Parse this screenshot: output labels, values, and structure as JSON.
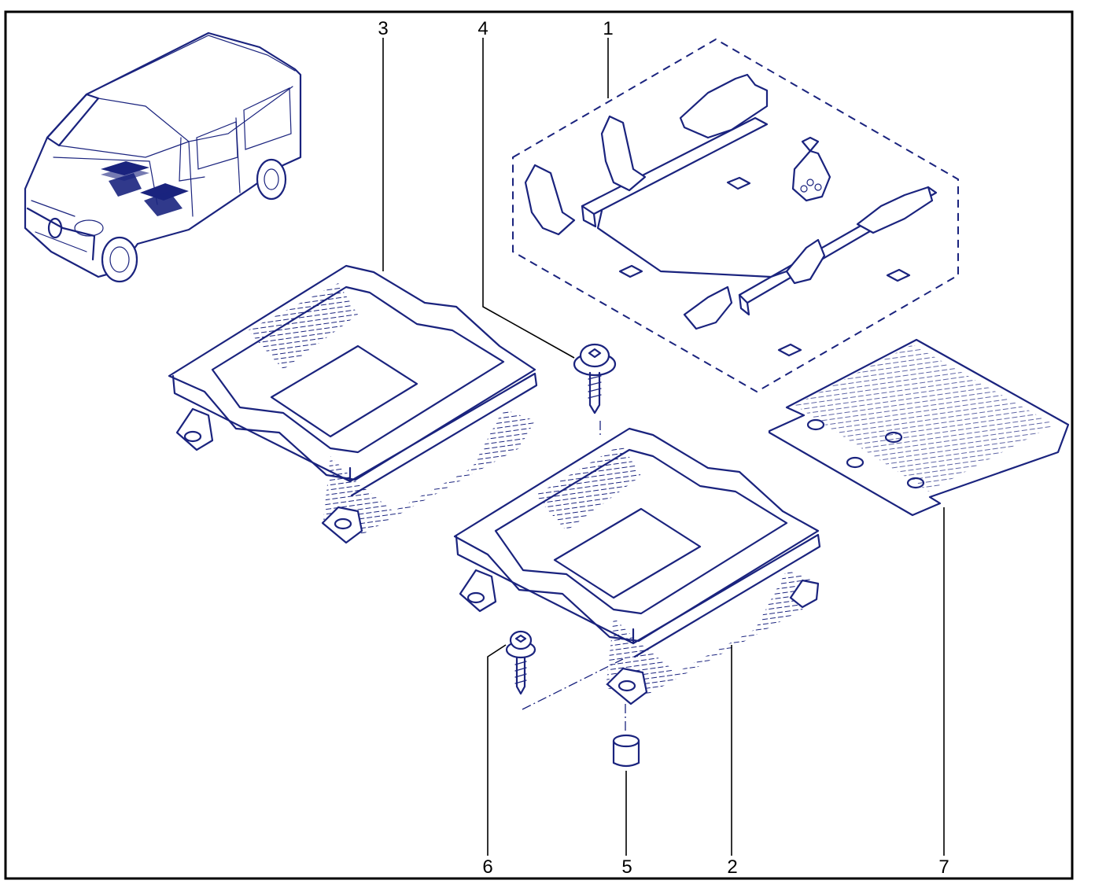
{
  "callouts": {
    "c1": "1",
    "c2": "2",
    "c3": "3",
    "c4": "4",
    "c5": "5",
    "c6": "6",
    "c7": "7"
  },
  "colors": {
    "ink": "#1a237e",
    "border": "#000000",
    "background": "#ffffff"
  }
}
